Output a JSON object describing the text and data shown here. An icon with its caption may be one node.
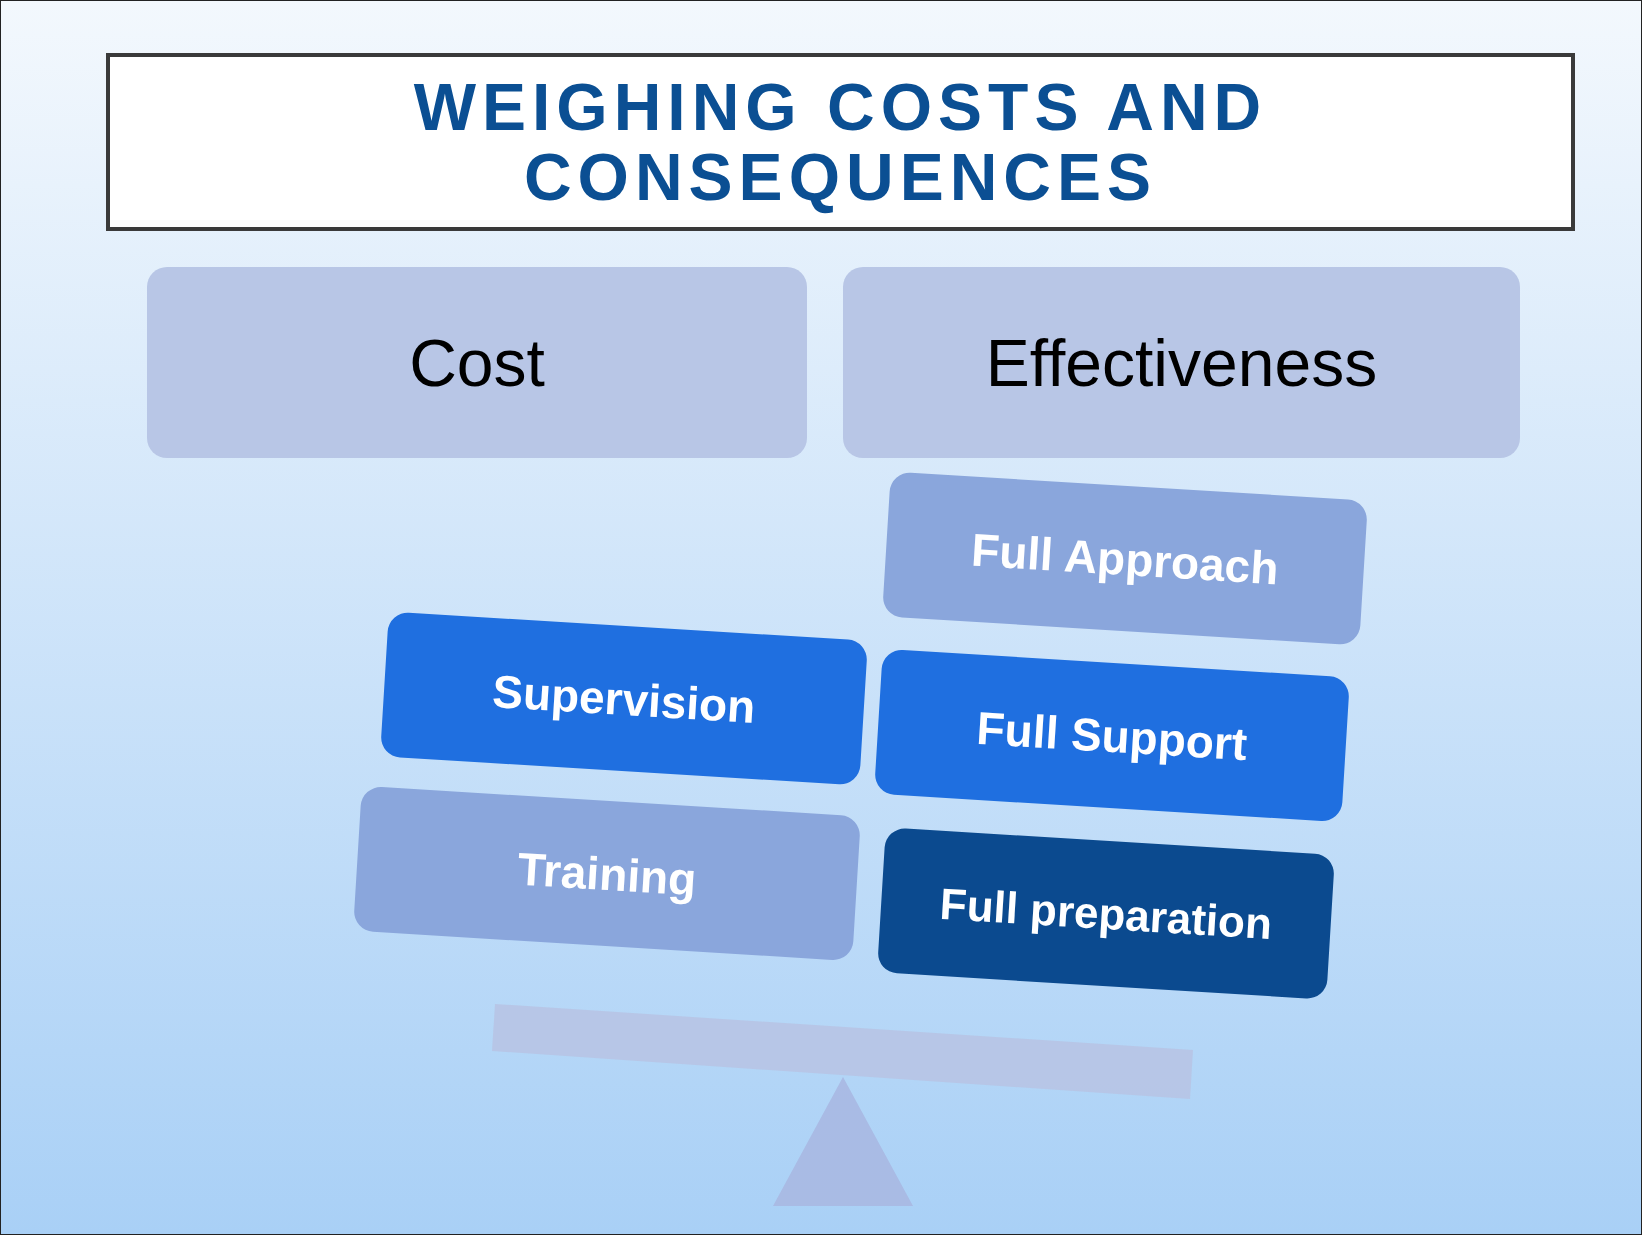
{
  "diagram": {
    "title": "WEIGHING COSTS AND CONSEQUENCES",
    "nodes": [
      {
        "text": [
          "Cost"
        ]
      },
      {
        "text": [
          "Effectiveness"
        ]
      },
      {
        "text": [
          "Full Approach"
        ]
      },
      {
        "text": [
          "Supervision"
        ]
      },
      {
        "text": [
          "Full Support"
        ]
      },
      {
        "text": [
          "Training"
        ]
      },
      {
        "text": [
          "Full preparation"
        ]
      }
    ]
  }
}
